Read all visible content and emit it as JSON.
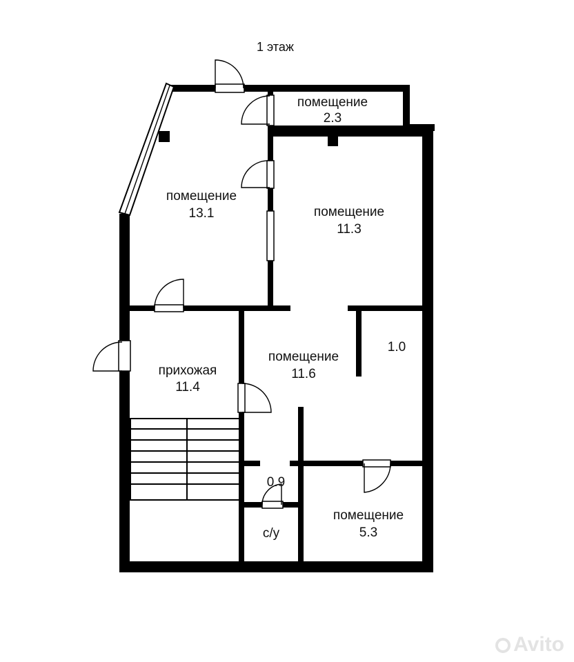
{
  "floor_title": "1 этаж",
  "rooms": [
    {
      "key": "storage_top",
      "name": "помещение",
      "area": "2.3"
    },
    {
      "key": "room_left_top",
      "name": "помещение",
      "area": "13.1"
    },
    {
      "key": "room_right_top",
      "name": "помещение",
      "area": "11.3"
    },
    {
      "key": "hall",
      "name": "прихожая",
      "area": "11.4"
    },
    {
      "key": "room_center",
      "name": "помещение",
      "area": "11.6"
    },
    {
      "key": "closet",
      "name": "",
      "area": "1.0"
    },
    {
      "key": "corridor_small",
      "name": "",
      "area": "0.9"
    },
    {
      "key": "bathroom",
      "name": "с/у",
      "area": ""
    },
    {
      "key": "room_bottom_right",
      "name": "помещение",
      "area": "5.3"
    }
  ],
  "watermark": "Avito",
  "colors": {
    "wall": "#000000",
    "background": "#ffffff"
  }
}
